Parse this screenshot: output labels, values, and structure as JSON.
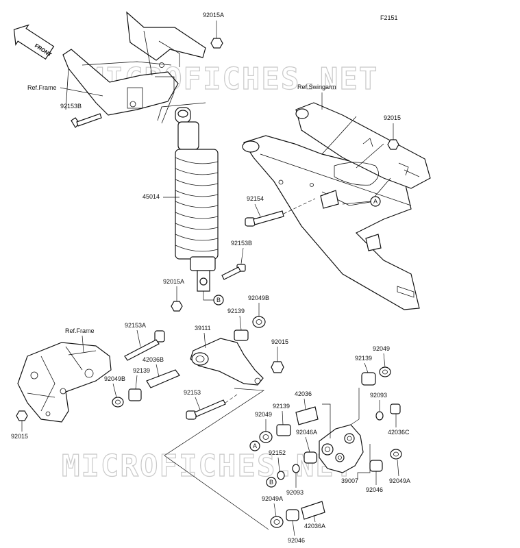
{
  "figure_code": "F2151",
  "front_label": "FRONT",
  "watermark": "MICROFICHES.NET",
  "refs": {
    "frame_top": "Ref.Frame",
    "frame_bottom": "Ref.Frame",
    "swingarm": "Ref.Swingarm"
  },
  "callouts": {
    "a": "A",
    "b": "B"
  },
  "labels": {
    "p92015A_top": "92015A",
    "p92153B_top": "92153B",
    "p45014": "45014",
    "p92154": "92154",
    "p92015_sw": "92015",
    "p92153B_mid": "92153B",
    "p92015A_mid": "92015A",
    "p92049B_mid": "92049B",
    "p92139_mid": "92139",
    "p92153A": "92153A",
    "p39111": "39111",
    "p92015_link": "92015",
    "p42036B": "42036B",
    "p92139_low": "92139",
    "p92049B_low": "92049B",
    "p92153": "92153",
    "p92015_frame": "92015",
    "p42036": "42036",
    "p92139_rod": "92139",
    "p92049_rod": "92049",
    "p92046A": "92046A",
    "p92152": "92152",
    "p92093_l": "92093",
    "p39007": "39007",
    "p92049_r": "92049",
    "p92139_r": "92139",
    "p92093_r": "92093",
    "p42036C": "42036C",
    "p92046_r": "92046",
    "p92049A_r": "92049A",
    "p92049A_b": "92049A",
    "p42036A": "42036A",
    "p92046_b": "92046"
  }
}
